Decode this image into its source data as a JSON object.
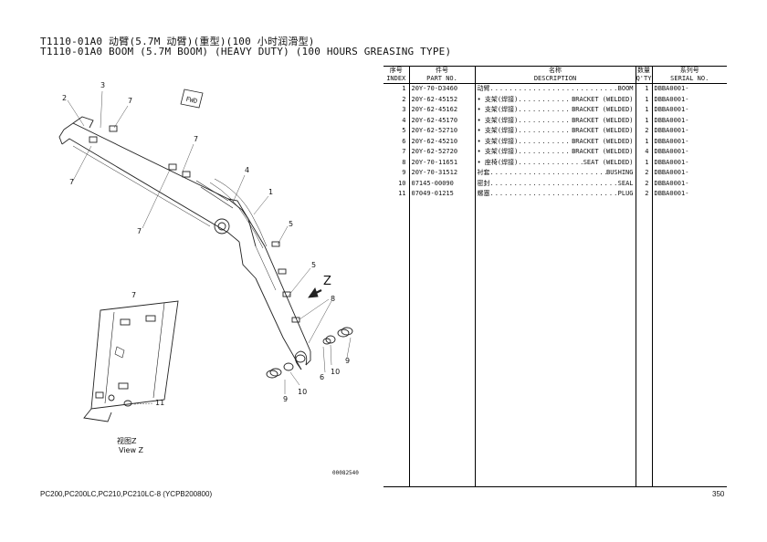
{
  "title": {
    "line1": "T1110-01A0 动臂(5.7M 动臂)(重型)(100 小时润滑型)",
    "line2": "T1110-01A0 BOOM (5.7M BOOM) (HEAVY DUTY) (100 HOURS GREASING TYPE)"
  },
  "drawing": {
    "callouts": [
      "3",
      "2",
      "7",
      "7",
      "7",
      "4",
      "1",
      "7",
      "5",
      "5",
      "8",
      "6",
      "10",
      "9",
      "10",
      "9",
      "11",
      "7"
    ],
    "z_label": "Z",
    "view_label_cn": "视图Z",
    "view_label_en": "View Z",
    "drawing_number": "00082540"
  },
  "table": {
    "headers": {
      "index_cn": "序号",
      "index_en": "INDEX",
      "part_cn": "件号",
      "part_en": "PART NO.",
      "desc_cn": "名称",
      "desc_en": "DESCRIPTION",
      "qty_cn": "数量",
      "qty_en": "Q'TY",
      "serial_cn": "系列号",
      "serial_en": "SERIAL NO."
    },
    "rows": [
      {
        "index": "1",
        "part": "20Y-70-D3460",
        "name": "动臂",
        "desc": "BOOM",
        "qty": "1",
        "serial": "DBBA0001-"
      },
      {
        "index": "2",
        "part": "20Y-62-45152",
        "name": "• 支架(焊接)",
        "desc": "BRACKET (WELDED)",
        "qty": "1",
        "serial": "DBBA0001-"
      },
      {
        "index": "3",
        "part": "20Y-62-45162",
        "name": "• 支架(焊接)",
        "desc": "BRACKET (WELDED)",
        "qty": "1",
        "serial": "DBBA0001-"
      },
      {
        "index": "4",
        "part": "20Y-62-45170",
        "name": "• 支架(焊接)",
        "desc": "BRACKET (WELDED)",
        "qty": "1",
        "serial": "DBBA0001-"
      },
      {
        "index": "5",
        "part": "20Y-62-52710",
        "name": "• 支架(焊接)",
        "desc": "BRACKET (WELDED)",
        "qty": "2",
        "serial": "DBBA0001-"
      },
      {
        "index": "6",
        "part": "20Y-62-45210",
        "name": "• 支架(焊接)",
        "desc": "BRACKET (WELDED)",
        "qty": "1",
        "serial": "DBBA0001-"
      },
      {
        "index": "7",
        "part": "20Y-62-52720",
        "name": "• 支架(焊接)",
        "desc": "BRACKET (WELDED)",
        "qty": "4",
        "serial": "DBBA0001-"
      },
      {
        "index": "8",
        "part": "20Y-70-11651",
        "name": "• 座椅(焊接)",
        "desc": "SEAT (WELDED)",
        "qty": "1",
        "serial": "DBBA0001-"
      },
      {
        "index": "9",
        "part": "20Y-70-31512",
        "name": "衬套",
        "desc": "BUSHING",
        "qty": "2",
        "serial": "DBBA0001-"
      },
      {
        "index": "10",
        "part": "07145-00090",
        "name": "密封",
        "desc": "SEAL",
        "qty": "2",
        "serial": "DBBA0001-"
      },
      {
        "index": "11",
        "part": "07049-01215",
        "name": "螺塞",
        "desc": "PLUG",
        "qty": "2",
        "serial": "DBBA0001-"
      }
    ]
  },
  "footer": {
    "models": "PC200,PC200LC,PC210,PC210LC-8 (YCPB200800)",
    "page": "350"
  }
}
